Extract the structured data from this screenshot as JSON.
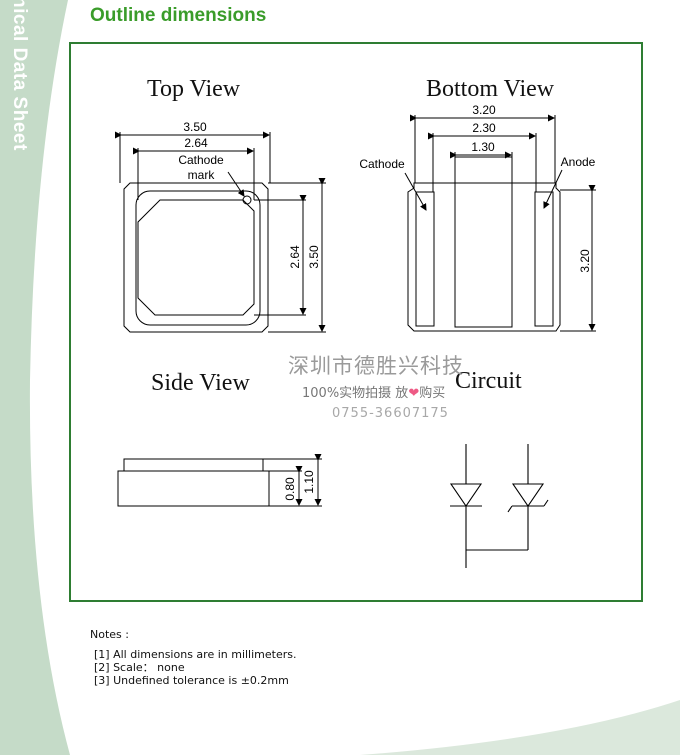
{
  "sidebar": {
    "title": "nical Data Sheet"
  },
  "section": {
    "title": "Outline dimensions"
  },
  "views": {
    "top": {
      "title": "Top View",
      "dim_outer_width": "3.50",
      "dim_inner_width": "2.64",
      "cathode_label": "Cathode",
      "mark_label": "mark",
      "dim_inner_height": "2.64",
      "dim_outer_height": "3.50"
    },
    "bottom": {
      "title": "Bottom View",
      "dim_outer_width": "3.20",
      "dim_middle_width": "2.30",
      "dim_inner_width": "1.30",
      "cathode_label": "Cathode",
      "anode_label": "Anode",
      "dim_height": "3.20"
    },
    "side": {
      "title": "Side View",
      "dim_body": "0.80",
      "dim_total": "1.10"
    },
    "circuit": {
      "title": "Circuit"
    }
  },
  "watermark": {
    "company": "深圳市德胜兴科技",
    "slogan_before": "100%实物拍摄 放",
    "slogan_after": "购买",
    "phone": "0755-36607175"
  },
  "notes": {
    "title": "Notes :",
    "items": [
      "[1] All dimensions are in millimeters.",
      "[2] Scale：  none",
      "[3] Undefined tolerance is ±0.2mm"
    ]
  },
  "colors": {
    "accent": "#3a9c2a",
    "frame": "#2e7d32",
    "band": "#c5dbc8",
    "heart": "#ee5a85"
  }
}
